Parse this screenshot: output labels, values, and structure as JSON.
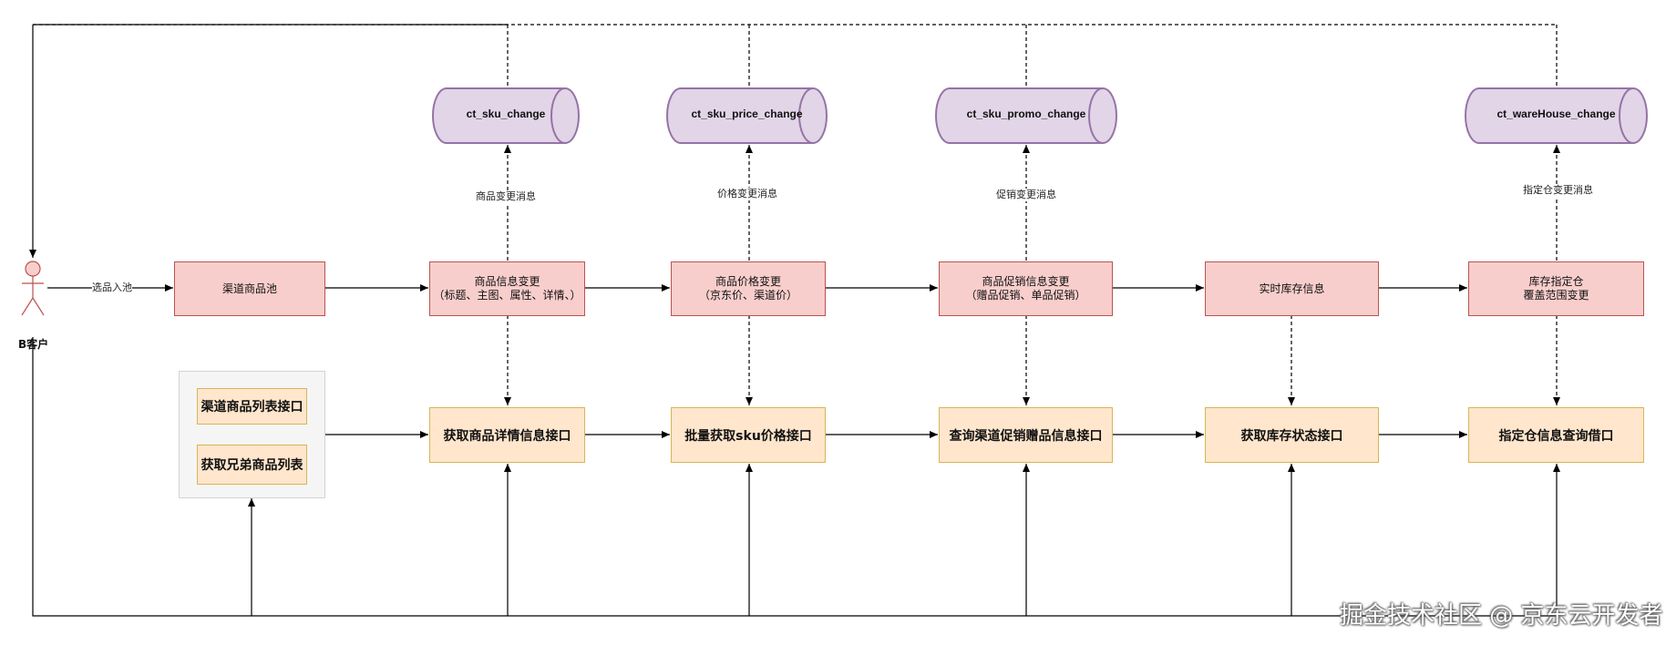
{
  "actor": {
    "label": "B客户"
  },
  "edge_labels": {
    "select_to_pool": "选品入池",
    "sku_change_msg": "商品变更消息",
    "price_change_msg": "价格变更消息",
    "promo_change_msg": "促销变更消息",
    "warehouse_change_msg": "指定仓变更消息"
  },
  "queues": [
    {
      "name": "ct_sku_change"
    },
    {
      "name": "ct_sku_price_change"
    },
    {
      "name": "ct_sku_promo_change"
    },
    {
      "name": "ct_wareHouse_change"
    }
  ],
  "process_boxes": [
    {
      "text": "渠道商品池"
    },
    {
      "text": "商品信息变更\n（标题、主图、属性、详情、）"
    },
    {
      "text": "商品价格变更\n（京东价、渠道价）"
    },
    {
      "text": "商品促销信息变更\n（赠品促销、单品促销）"
    },
    {
      "text": "实时库存信息"
    },
    {
      "text": "库存指定仓\n覆盖范围变更"
    }
  ],
  "api_group": [
    {
      "text": "渠道商品列表接口"
    },
    {
      "text": "获取兄弟商品列表"
    }
  ],
  "api_boxes": [
    {
      "text": "获取商品详情信息接口"
    },
    {
      "text": "批量获取sku价格接口"
    },
    {
      "text": "查询渠道促销赠品信息接口"
    },
    {
      "text": "获取库存状态接口"
    },
    {
      "text": "指定仓信息查询借口"
    }
  ],
  "watermark": "掘金技术社区 @ 京东云开发者",
  "colors": {
    "process_fill": "#f8cecc",
    "process_stroke": "#b85450",
    "api_fill": "#ffe6cc",
    "api_stroke": "#d6b656",
    "queue_fill": "#e1d5e7",
    "queue_stroke": "#9673a6",
    "group_fill": "#f5f5f5",
    "actor_fill": "#f8cecc",
    "actor_stroke": "#b85450"
  }
}
